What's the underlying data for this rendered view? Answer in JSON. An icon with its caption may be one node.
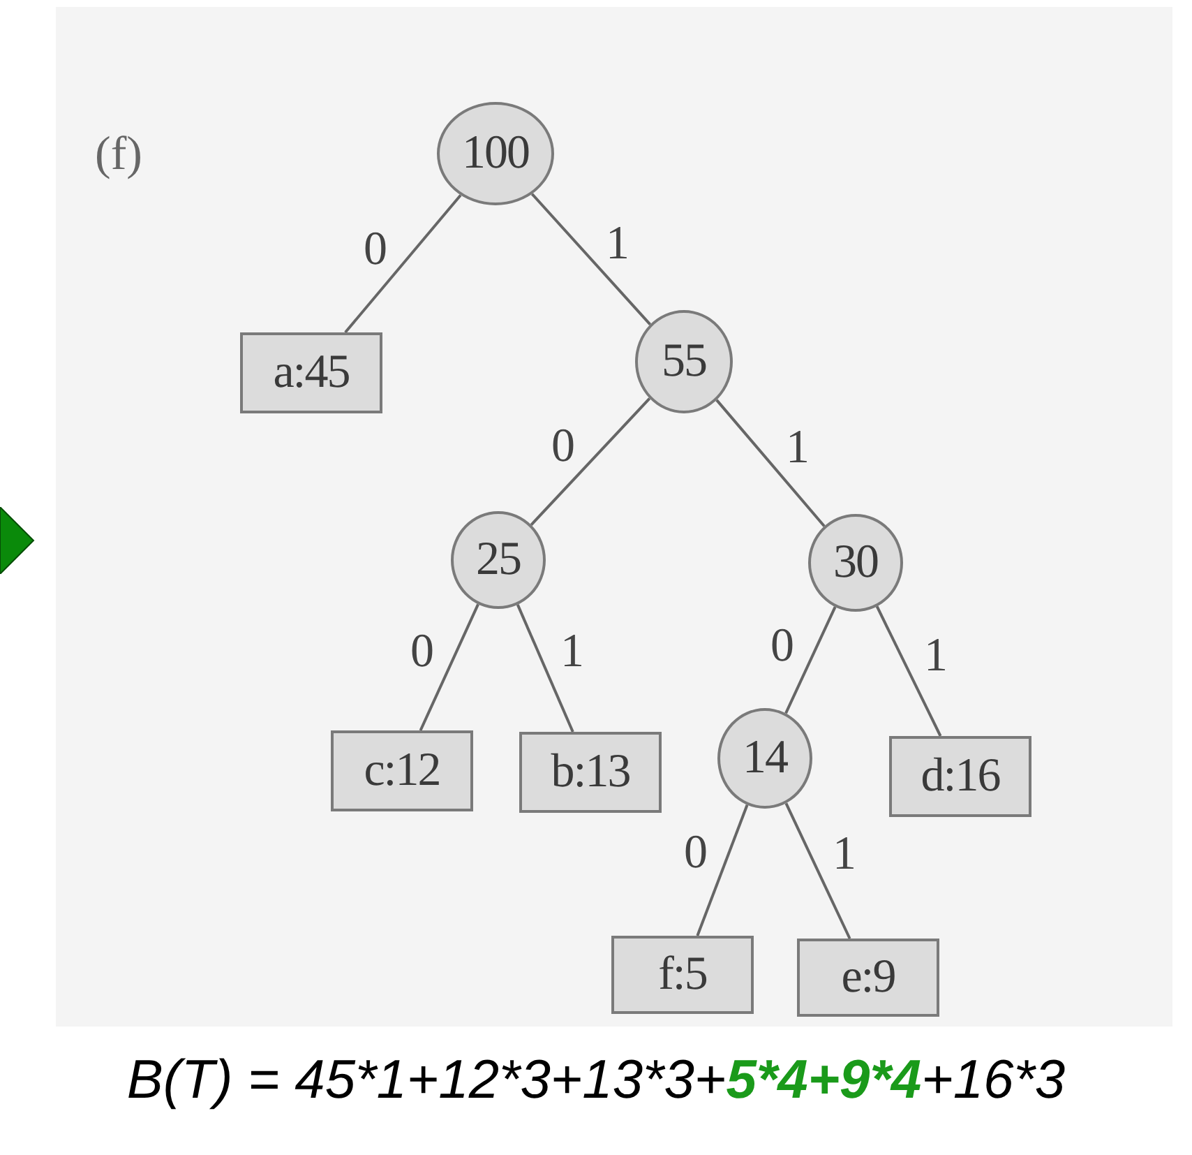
{
  "diagram": {
    "caption": "B(T) = 45*1+12*3+13*3+**5*4+9*4**+16*3",
    "nodes": [
      {
        "text": [
          "100"
        ]
      },
      {
        "text": [
          "a:45"
        ]
      },
      {
        "text": [
          "55"
        ]
      },
      {
        "text": [
          "25"
        ]
      },
      {
        "text": [
          "30"
        ]
      },
      {
        "text": [
          "c:12"
        ]
      },
      {
        "text": [
          "b:13"
        ]
      },
      {
        "text": [
          "14"
        ]
      },
      {
        "text": [
          "d:16"
        ]
      },
      {
        "text": [
          "f:5"
        ]
      },
      {
        "text": [
          "e:9"
        ]
      }
    ],
    "edges": [
      {
        "from": 0,
        "to": 1,
        "arrow": "none",
        "label": "0"
      },
      {
        "from": 0,
        "to": 2,
        "arrow": "none",
        "label": "1"
      },
      {
        "from": 2,
        "to": 3,
        "arrow": "none",
        "label": "0"
      },
      {
        "from": 2,
        "to": 4,
        "arrow": "none",
        "label": "1"
      },
      {
        "from": 3,
        "to": 5,
        "arrow": "none",
        "label": "0"
      },
      {
        "from": 3,
        "to": 6,
        "arrow": "none",
        "label": "1"
      },
      {
        "from": 4,
        "to": 7,
        "arrow": "none",
        "label": "0"
      },
      {
        "from": 4,
        "to": 8,
        "arrow": "none",
        "label": "1"
      },
      {
        "from": 7,
        "to": 9,
        "arrow": "none",
        "label": "0"
      },
      {
        "from": 7,
        "to": 10,
        "arrow": "none",
        "label": "1"
      }
    ],
    "labels": [
      "(f)"
    ]
  }
}
